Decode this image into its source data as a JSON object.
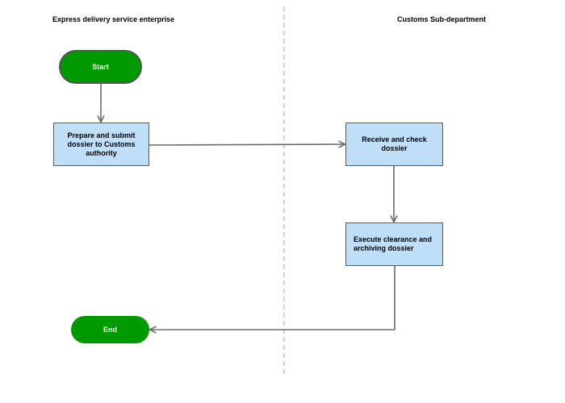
{
  "lanes": {
    "left_title": "Express delivery service enterprise",
    "right_title": "Customs Sub-department"
  },
  "nodes": {
    "start": "Start",
    "prepare": "Prepare and submit dossier to Customs authority",
    "receive": "Receive and check dossier",
    "execute": "Execute clearance and archiving dossier",
    "end": "End"
  },
  "colors": {
    "terminal_fill": "#009900",
    "process_fill": "#bfdff9",
    "process_border": "#5a5a5a",
    "connector": "#6b6b6b",
    "lane_divider": "#bbbbbb"
  }
}
